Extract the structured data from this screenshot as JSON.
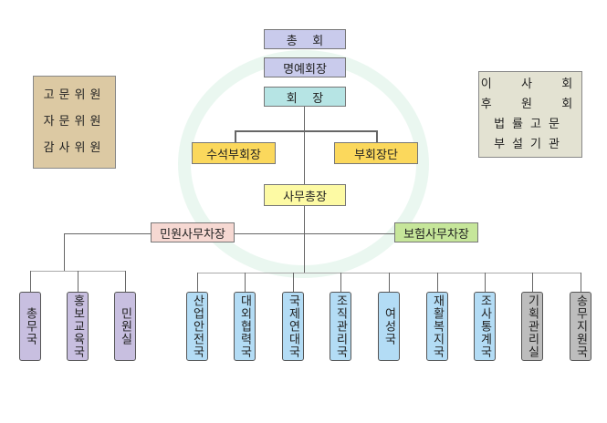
{
  "top": {
    "general_assembly": "총    회",
    "honorary_chairman": "명예회장",
    "chairman": "회    장"
  },
  "vice": {
    "senior_vice_chairman": "수석부회장",
    "vice_chairmen": "부회장단"
  },
  "secretary_general": "사무총장",
  "deputies": {
    "civil": "민원사무차장",
    "insurance": "보험사무차장"
  },
  "left_panel": [
    "고문위원",
    "자문위원",
    "감사위원"
  ],
  "right_panel": [
    "이  사  회",
    "후  원  회",
    "법률고문",
    "부설기관"
  ],
  "departments": [
    {
      "label": "총무국",
      "color": "#c8bfe0"
    },
    {
      "label": "홍보교육국",
      "color": "#c8bfe0"
    },
    {
      "label": "민원실",
      "color": "#c8bfe0"
    },
    {
      "label": "산업안전국",
      "color": "#b3dcf5"
    },
    {
      "label": "대외협력국",
      "color": "#b3dcf5"
    },
    {
      "label": "국제연대국",
      "color": "#b3dcf5"
    },
    {
      "label": "조직관리국",
      "color": "#b3dcf5"
    },
    {
      "label": "여성국",
      "color": "#b3dcf5"
    },
    {
      "label": "재활복지국",
      "color": "#b3dcf5"
    },
    {
      "label": "조사통계국",
      "color": "#b3dcf5"
    },
    {
      "label": "기획관리실",
      "color": "#bdbdbd"
    },
    {
      "label": "송무지원국",
      "color": "#bdbdbd"
    }
  ]
}
